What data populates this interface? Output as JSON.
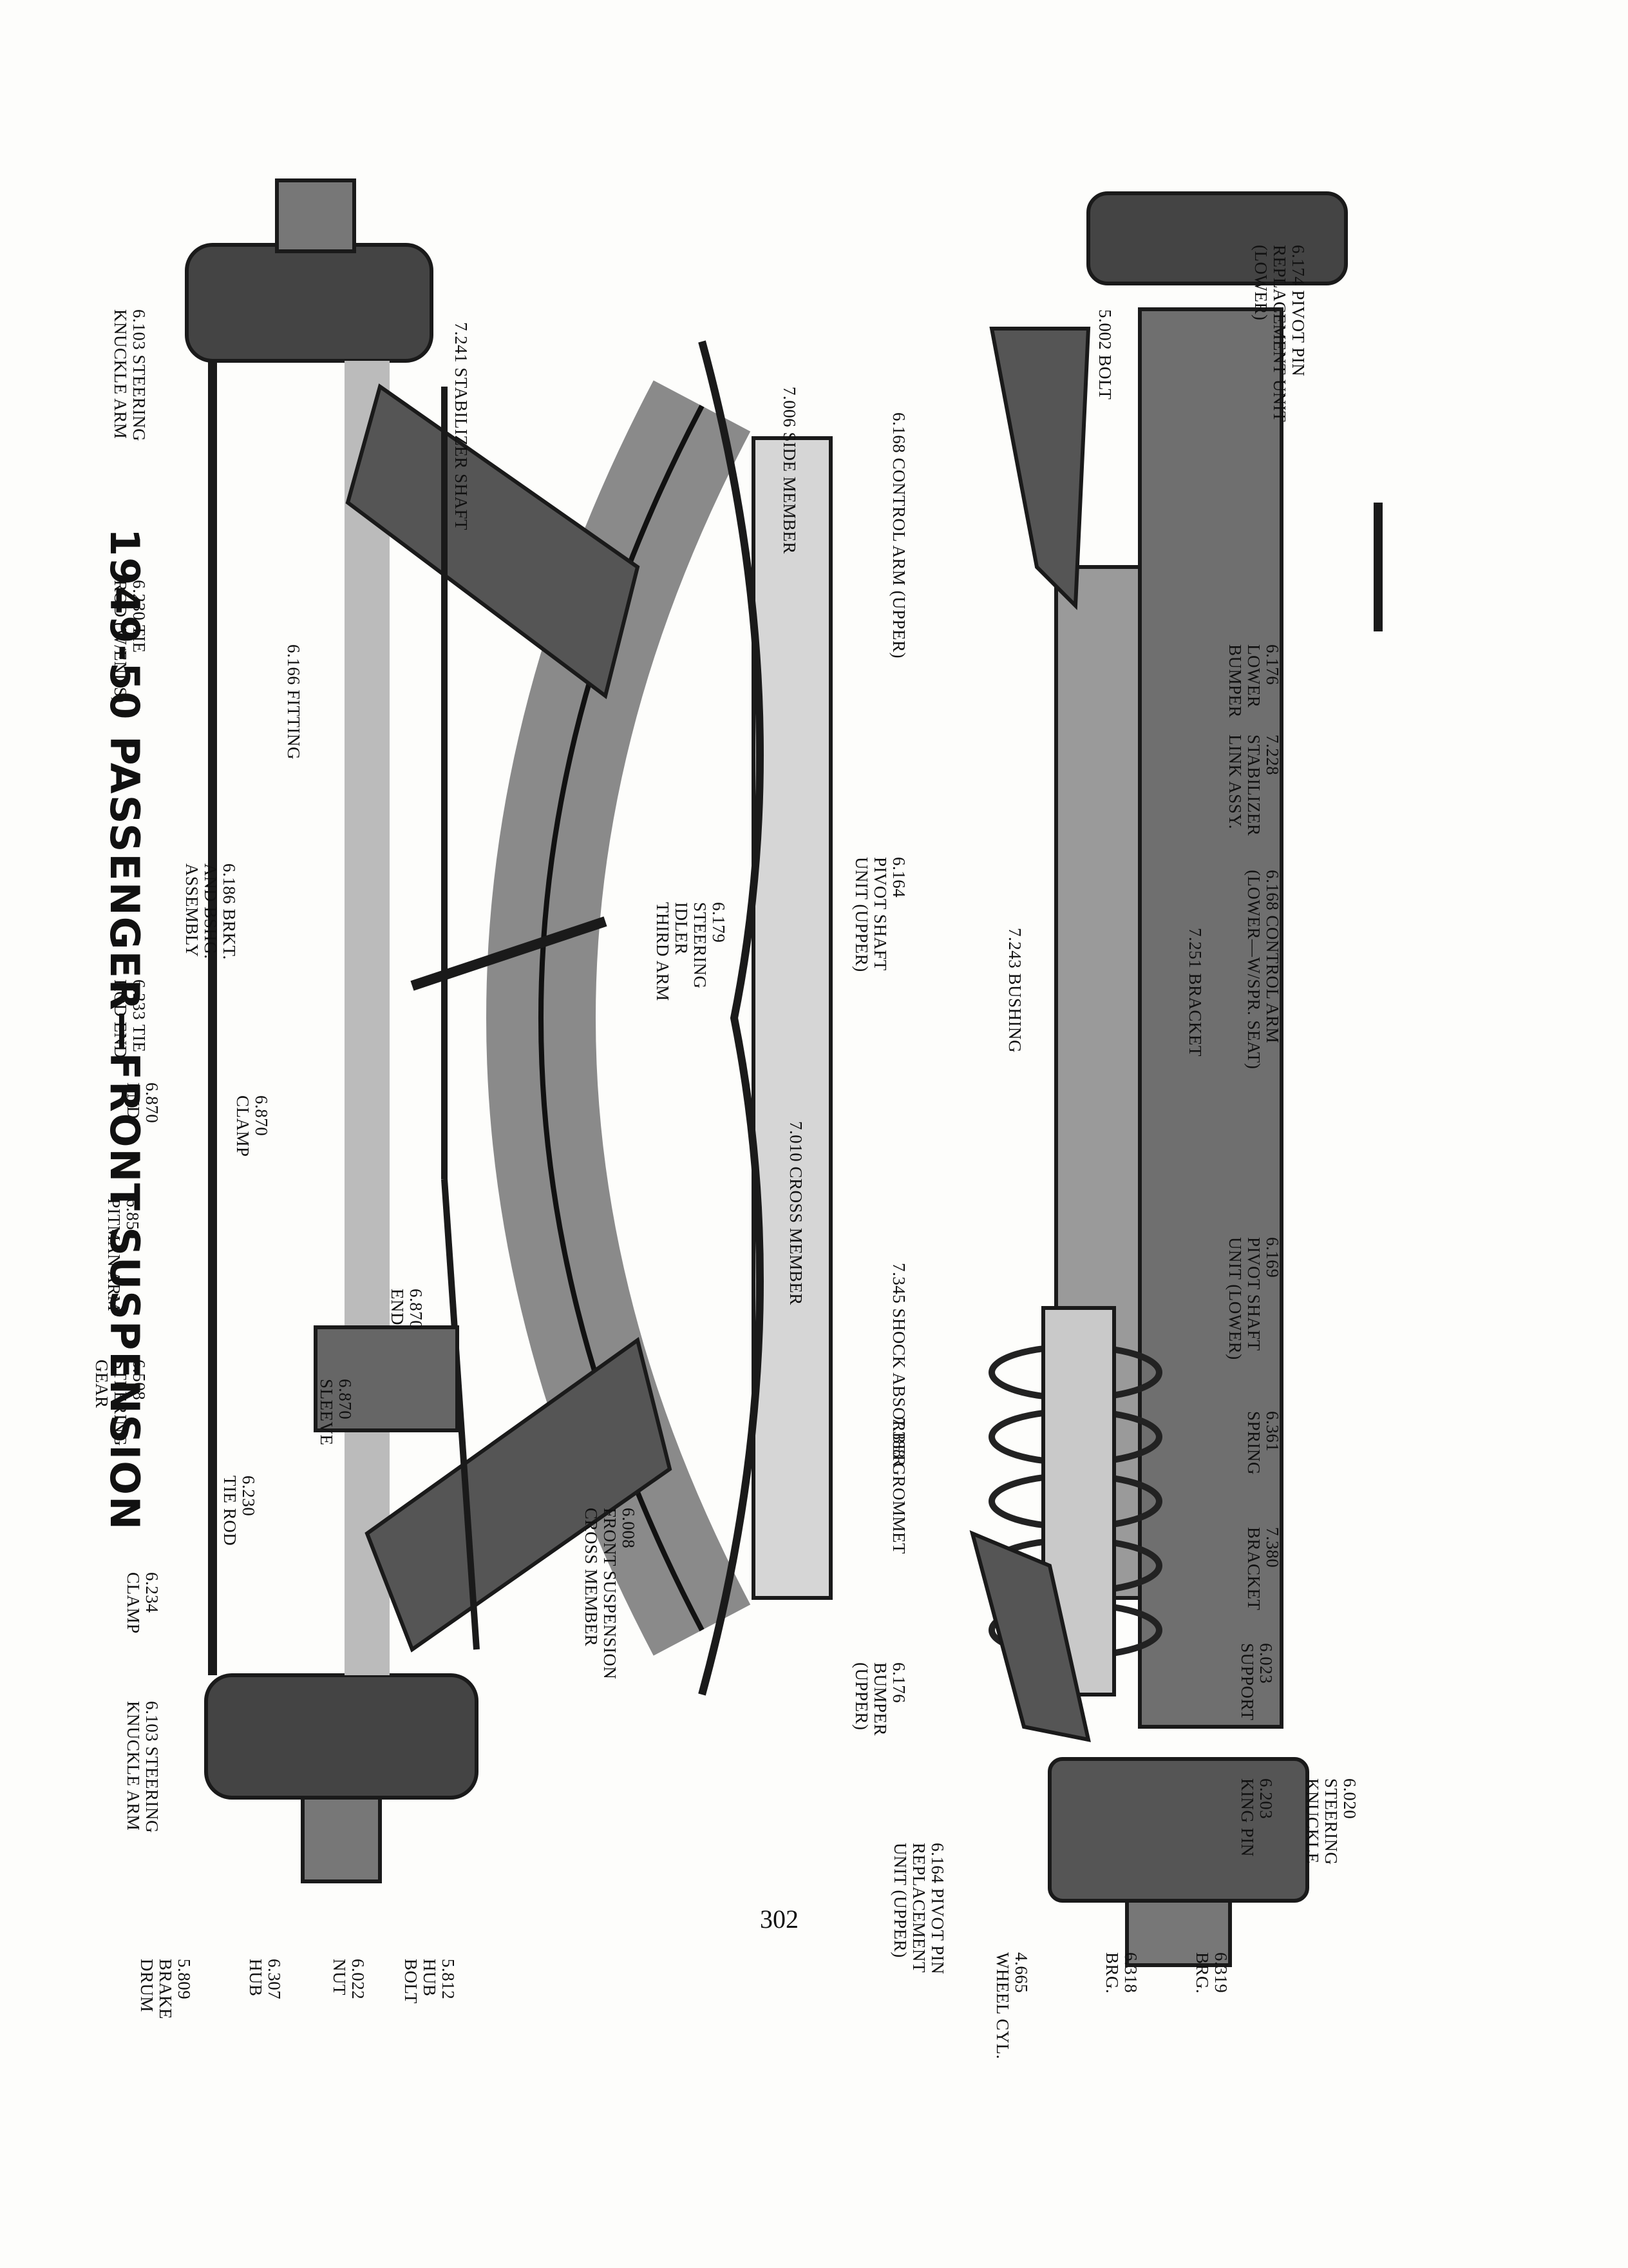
{
  "title": "1949-50 PASSENGER—FRONT SUSPENSION",
  "page_number": "302",
  "upper_view_labels": [
    {
      "id": "u1",
      "lines": [
        "5.809",
        "BRAKE",
        "DRUM"
      ]
    },
    {
      "id": "u2",
      "lines": [
        "6.307",
        "HUB"
      ]
    },
    {
      "id": "u3",
      "lines": [
        "6.022",
        "NUT"
      ]
    },
    {
      "id": "u4",
      "lines": [
        "5.812",
        "HUB",
        "BOLT"
      ]
    },
    {
      "id": "u5",
      "lines": [
        "6.103 STEERING",
        "KNUCKLE ARM"
      ]
    },
    {
      "id": "u6",
      "lines": [
        "6.234",
        "CLAMP"
      ]
    },
    {
      "id": "u7",
      "lines": [
        "6.230",
        "TIE ROD"
      ]
    },
    {
      "id": "u8",
      "lines": [
        "6.508",
        "STEERING",
        "GEAR"
      ]
    },
    {
      "id": "u9",
      "lines": [
        "6.870",
        "SLEEVE"
      ]
    },
    {
      "id": "u10",
      "lines": [
        "6.870",
        "END"
      ]
    },
    {
      "id": "u11",
      "lines": [
        "6.008",
        "FRONT SUSPENSION",
        "CROSS MEMBER"
      ]
    },
    {
      "id": "u12",
      "lines": [
        "6.859",
        "PITMAN ARM"
      ]
    },
    {
      "id": "u13",
      "lines": [
        "6.870",
        "END"
      ]
    },
    {
      "id": "u14",
      "lines": [
        "6.870",
        "CLAMP"
      ]
    },
    {
      "id": "u15",
      "lines": [
        "7.010 CROSS MEMBER"
      ]
    },
    {
      "id": "u16",
      "lines": [
        "6.233 TIE",
        "ROD END"
      ]
    },
    {
      "id": "u17",
      "lines": [
        "6.186 BRKT.",
        "AND BSHG.",
        "ASSEMBLY"
      ]
    },
    {
      "id": "u18",
      "lines": [
        "6.179",
        "STEERING",
        "IDLER",
        "THIRD ARM"
      ]
    },
    {
      "id": "u19",
      "lines": [
        "6.230 TIE",
        "ROD (W/ENDS)"
      ]
    },
    {
      "id": "u20",
      "lines": [
        "6.166 FITTING"
      ]
    },
    {
      "id": "u21",
      "lines": [
        "6.103 STEERING",
        "KNUCKLE ARM"
      ]
    },
    {
      "id": "u22",
      "lines": [
        "7.241 STABILIZER SHAFT"
      ]
    },
    {
      "id": "u23",
      "lines": [
        "7.006 SIDE MEMBER"
      ]
    }
  ],
  "lower_view_labels": [
    {
      "id": "l1",
      "lines": [
        "6.164 PIVOT PIN",
        "REPLACEMENT",
        "UNIT (UPPER)"
      ]
    },
    {
      "id": "l2",
      "lines": [
        "4.665",
        "WHEEL CYL."
      ]
    },
    {
      "id": "l3",
      "lines": [
        "6.318",
        "BRG."
      ]
    },
    {
      "id": "l4",
      "lines": [
        "6.319",
        "BRG."
      ]
    },
    {
      "id": "l5",
      "lines": [
        "6.020",
        "STEERING",
        "KNUCKLE"
      ]
    },
    {
      "id": "l6",
      "lines": [
        "6.176",
        "BUMPER",
        "(UPPER)"
      ]
    },
    {
      "id": "l7",
      "lines": [
        "6.203",
        "KING PIN"
      ]
    },
    {
      "id": "l8",
      "lines": [
        "6.023",
        "SUPPORT"
      ]
    },
    {
      "id": "l9",
      "lines": [
        "7.388 GROMMET"
      ]
    },
    {
      "id": "l10",
      "lines": [
        "7.380",
        "BRACKET"
      ]
    },
    {
      "id": "l11",
      "lines": [
        "6.361",
        "SPRING"
      ]
    },
    {
      "id": "l12",
      "lines": [
        "7.345 SHOCK ABSORBER"
      ]
    },
    {
      "id": "l13",
      "lines": [
        "6.169",
        "PIVOT SHAFT",
        "UNIT (LOWER)"
      ]
    },
    {
      "id": "l14",
      "lines": [
        "6.164",
        "PIVOT SHAFT",
        "UNIT (UPPER)"
      ]
    },
    {
      "id": "l15",
      "lines": [
        "7.243 BUSHING"
      ]
    },
    {
      "id": "l16",
      "lines": [
        "7.251 BRACKET"
      ]
    },
    {
      "id": "l17",
      "lines": [
        "6.168 CONTROL ARM",
        "(LOWER—W/SPR. SEAT)"
      ]
    },
    {
      "id": "l18",
      "lines": [
        "7.228",
        "STABILIZER",
        "LINK ASSY."
      ]
    },
    {
      "id": "l19",
      "lines": [
        "6.176",
        "LOWER",
        "BUMPER"
      ]
    },
    {
      "id": "l20",
      "lines": [
        "6.168 CONTROL ARM (UPPER)"
      ]
    },
    {
      "id": "l21",
      "lines": [
        "5.002 BOLT"
      ]
    },
    {
      "id": "l22",
      "lines": [
        "6.174 PIVOT PIN",
        "REPLACEMENT UNIT",
        "(LOWER)"
      ]
    }
  ]
}
